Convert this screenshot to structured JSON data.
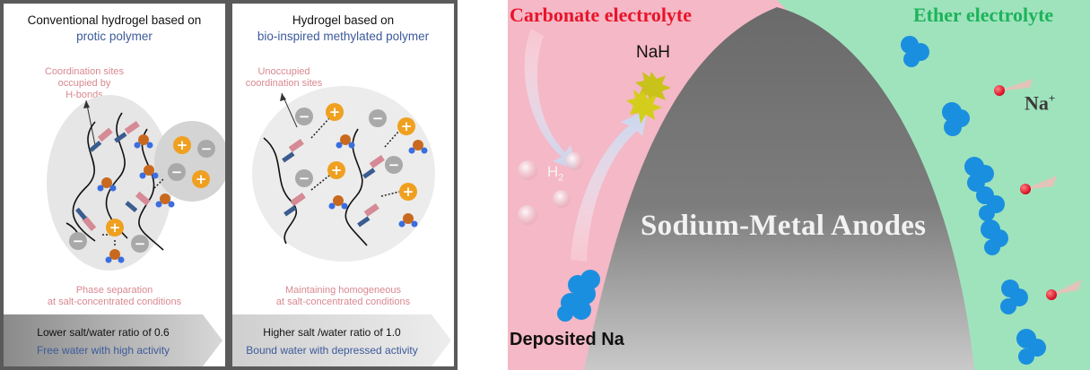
{
  "left_figure": {
    "panel_a": {
      "title_line1": "Conventional hydrogel based on",
      "title_line2": "protic polymer",
      "annotation_top": [
        "Coordination sites",
        "occupied by",
        "H-bonds"
      ],
      "annotation_bottom": [
        "Phase separation",
        "at salt-concentrated conditions"
      ],
      "ratio_text": "Lower salt/water ratio of 0.6",
      "water_text": "Free water with high activity"
    },
    "panel_b": {
      "title_line1": "Hydrogel based on",
      "title_line2": "bio-inspired methylated polymer",
      "annotation_top": [
        "Unoccupied",
        "coordination sites"
      ],
      "annotation_bottom": [
        "Maintaining homogeneous",
        "at salt-concentrated conditions"
      ],
      "ratio_text": "Higher salt /water ratio of 1.0",
      "water_text": "Bound water with depressed activity"
    },
    "ion_plus": "+",
    "ion_minus": "−"
  },
  "right_figure": {
    "carbonate_label": "Carbonate electrolyte",
    "ether_label": "Ether electrolyte",
    "nah_label": "NaH",
    "h2_label": "H",
    "h2_subscript": "2",
    "anode_label": "Sodium-Metal Anodes",
    "deposited_label": "Deposited Na",
    "na_ion_label": "Na",
    "na_ion_charge": "+",
    "colors": {
      "carbonate_bg": "#f5b8c6",
      "ether_bg": "#9fe3bd",
      "carbonate_text": "#e8142a",
      "ether_text": "#1db35a",
      "deposit_blue": "#1a8fe0",
      "nah_yellow": "#c9c21a"
    }
  }
}
